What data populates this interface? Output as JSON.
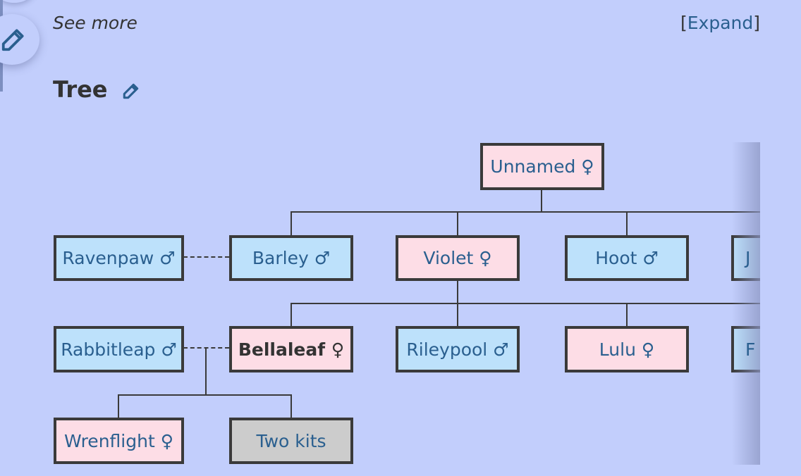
{
  "header": {
    "see_more": "See more",
    "expand_open": "[",
    "expand_label": "Expand",
    "expand_close": "]"
  },
  "section": {
    "title": "Tree"
  },
  "tree": {
    "root": {
      "name": "Unnamed ♀",
      "sex": "female"
    },
    "row1": [
      {
        "name": "Ravenpaw ♂",
        "sex": "male"
      },
      {
        "name": "Barley ♂",
        "sex": "male"
      },
      {
        "name": "Violet ♀",
        "sex": "female"
      },
      {
        "name": "Hoot ♂",
        "sex": "male"
      },
      {
        "name": "J",
        "sex": "male"
      }
    ],
    "row2": [
      {
        "name": "Rabbitleap ♂",
        "sex": "male"
      },
      {
        "name": "Bellaleaf ♀",
        "sex": "female"
      },
      {
        "name": "Rileypool ♂",
        "sex": "male"
      },
      {
        "name": "Lulu ♀",
        "sex": "female"
      },
      {
        "name": "F",
        "sex": "male"
      }
    ],
    "row3": [
      {
        "name": "Wrenflight ♀",
        "sex": "female"
      },
      {
        "name": "Two kits",
        "sex": "unknown"
      }
    ]
  },
  "colors": {
    "background": "#c2cefc",
    "female": "#fddde6",
    "male": "#bde1fb",
    "unknown": "#cccccc",
    "link": "#2a5f8f"
  }
}
